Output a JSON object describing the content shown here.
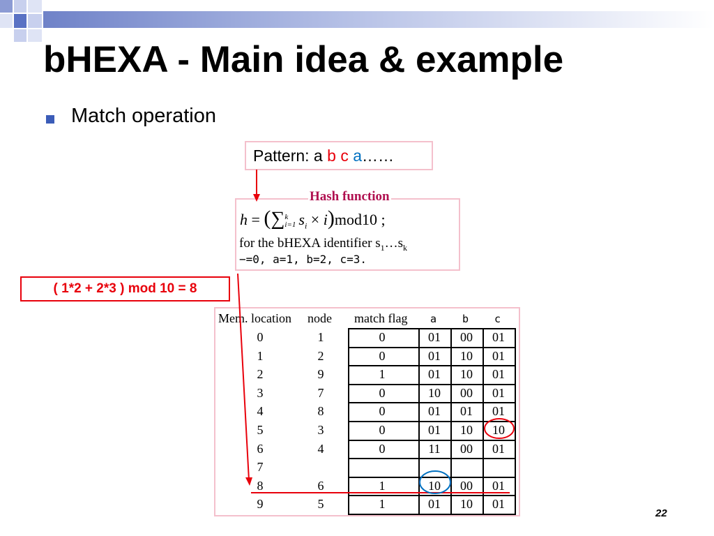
{
  "slide": {
    "title": "bHEXA - Main idea & example",
    "bullet": "Match operation",
    "page_number": "22"
  },
  "pattern": {
    "prefix": "Pattern: a ",
    "b": "b",
    "c": "c",
    "a2": "a",
    "suffix": "……"
  },
  "hash": {
    "title": "Hash function",
    "formula_h": "h",
    "formula_eq": "=",
    "formula_sum": "∑",
    "formula_limit_top": "k",
    "formula_limit_bottom": "i=1",
    "formula_term": "s",
    "formula_sub": "i",
    "formula_times": "×",
    "formula_i": "i",
    "formula_mod": "mod10",
    "formula_semicolon": ";",
    "line2": "for the bHEXA identifier s",
    "line2_sub1": "1",
    "line2_dots": "…s",
    "line2_subk": "k",
    "line3": "−=0, a=1, b=2, c=3."
  },
  "calc": "( 1*2 + 2*3 ) mod 10 = 8",
  "table": {
    "headers": [
      "Mem. location",
      "node",
      "match flag",
      "a",
      "b",
      "c"
    ],
    "rows": [
      [
        "0",
        "1",
        "0",
        "01",
        "00",
        "01"
      ],
      [
        "1",
        "2",
        "0",
        "01",
        "10",
        "01"
      ],
      [
        "2",
        "9",
        "1",
        "01",
        "10",
        "01"
      ],
      [
        "3",
        "7",
        "0",
        "10",
        "00",
        "01"
      ],
      [
        "4",
        "8",
        "0",
        "01",
        "01",
        "01"
      ],
      [
        "5",
        "3",
        "0",
        "01",
        "10",
        "10"
      ],
      [
        "6",
        "4",
        "0",
        "11",
        "00",
        "01"
      ],
      [
        "7",
        "",
        "",
        "",
        "",
        ""
      ],
      [
        "8",
        "6",
        "1",
        "10",
        "00",
        "01"
      ],
      [
        "9",
        "5",
        "1",
        "01",
        "10",
        "01"
      ]
    ]
  },
  "colors": {
    "accent_red": "#e8000b",
    "accent_blue": "#0070c0",
    "frame_pink": "#f4c0cc",
    "bullet_blue": "#3b5cb8"
  }
}
